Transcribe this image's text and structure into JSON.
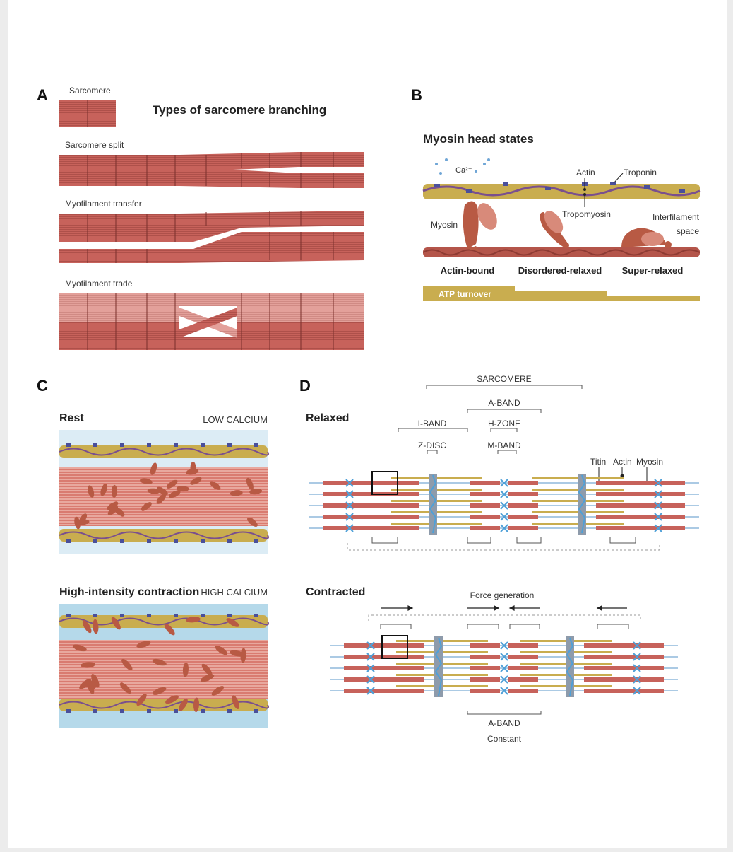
{
  "panel_a": {
    "letter": "A",
    "sarcomere_label": "Sarcomere",
    "title": "Types of sarcomere branching",
    "rows": [
      {
        "label": "Sarcomere split"
      },
      {
        "label": "Myofilament transfer"
      },
      {
        "label": "Myofilament trade"
      }
    ]
  },
  "panel_b": {
    "letter": "B",
    "title": "Myosin head states",
    "labels": {
      "calcium": "Ca²⁺",
      "actin": "Actin",
      "troponin": "Troponin",
      "tropomyosin": "Tropomyosin",
      "myosin": "Myosin",
      "interfilament_1": "Interfilament",
      "interfilament_2": "space"
    },
    "states": [
      "Actin-bound",
      "Disordered-relaxed",
      "Super-relaxed"
    ],
    "atp_label": "ATP turnover",
    "atp_levels": [
      3,
      2,
      1
    ]
  },
  "panel_c": {
    "letter": "C",
    "rest_title": "Rest",
    "rest_calcium": "LOW CALCIUM",
    "contraction_title": "High-intensity contraction",
    "contraction_calcium": "HIGH CALCIUM"
  },
  "panel_d": {
    "letter": "D",
    "relaxed_title": "Relaxed",
    "contracted_title": "Contracted",
    "labels": {
      "sarcomere": "SARCOMERE",
      "a_band": "A-BAND",
      "i_band": "I-BAND",
      "h_zone": "H-ZONE",
      "z_disc": "Z-DISC",
      "m_band": "M-BAND",
      "titin": "Titin",
      "actin": "Actin",
      "myosin": "Myosin",
      "force_generation": "Force generation",
      "a_band_bottom": "A-BAND",
      "constant": "Constant"
    }
  },
  "colors": {
    "muscle": "#c7625b",
    "muscle_dark": "#9c4540",
    "muscle_light": "#e6a7a2",
    "actin_gold": "#c9ad4f",
    "tropomyosin_purple": "#7a4f8e",
    "troponin_blue": "#4a4f9a",
    "myosin_head": "#b85a44",
    "titin_blue": "#8fb8dc",
    "zdisc_gray": "#8e9bab",
    "rest_bg": "#dcecf5",
    "contraction_bg": "#b5d9ea"
  }
}
